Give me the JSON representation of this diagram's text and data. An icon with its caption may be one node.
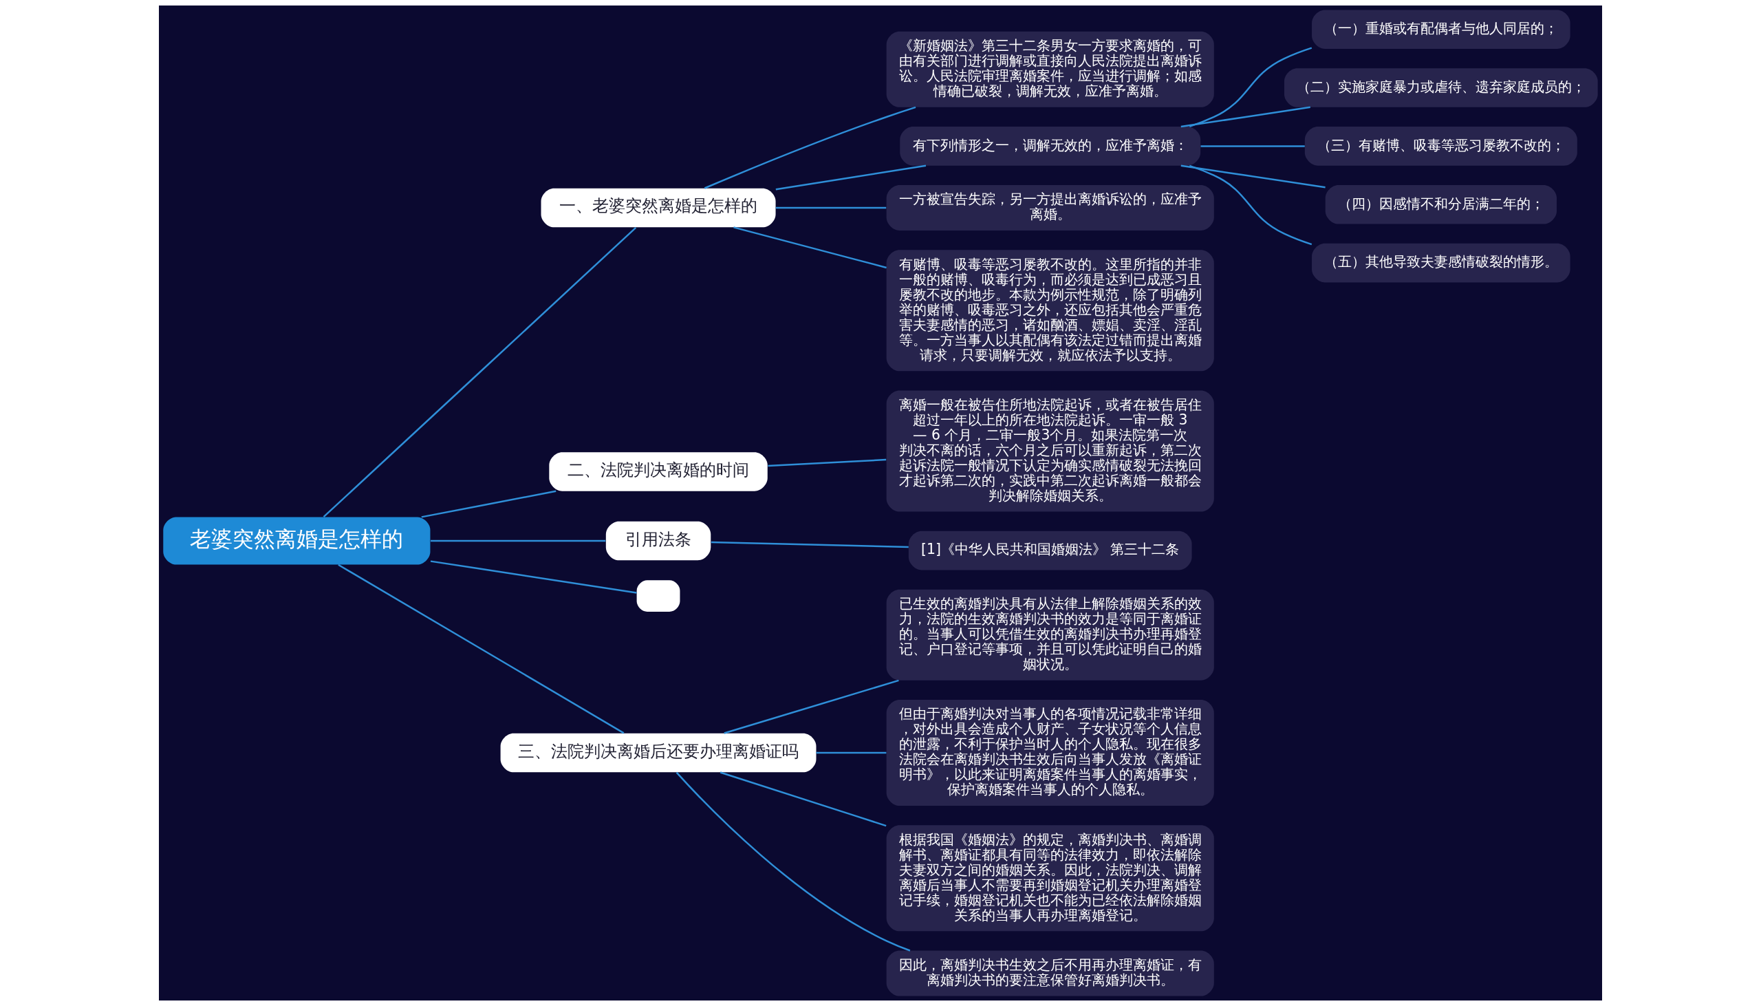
{
  "diagram": {
    "nodes": [
      {
        "text": [
          "老婆突然离婚是怎样的"
        ]
      },
      {
        "text": [
          "一、老婆突然离婚是怎样的"
        ]
      },
      {
        "text": [
          "《新婚姻法》第三十二条男女一方要求离婚的，可由有关部门进行调解或直接向人民法院提出离婚诉讼。人民法院审理离婚案件，应当进行调解；如感情确已破裂，调解无效，应准予离婚。"
        ]
      },
      {
        "text": [
          "有下列情形之一，调解无效的，应准予离婚："
        ]
      },
      {
        "text": [
          "（一）重婚或有配偶者与他人同居的；"
        ]
      },
      {
        "text": [
          "（二）实施家庭暴力或虐待、遗弃家庭成员的；"
        ]
      },
      {
        "text": [
          "（三）有赌博、吸毒等恶习屡教不改的；"
        ]
      },
      {
        "text": [
          "（四）因感情不和分居满二年的；"
        ]
      },
      {
        "text": [
          "（五）其他导致夫妻感情破裂的情形。"
        ]
      },
      {
        "text": [
          "一方被宣告失踪，另一方提出离婚诉讼的，应准予离婚。"
        ]
      },
      {
        "text": [
          "有赌博、吸毒等恶习屡教不改的。这里所指的并非一般的赌博、吸毒行为，而必须是达到已成恶习且屡教不改的地步。本款为例示性规范，除了明确列举的赌博、吸毒恶习之外，还应包括其他会严重危害夫妻感情的恶习，诸如酗酒、嫖娼、卖淫、淫乱等。一方当事人以其配偶有该法定过错而提出离婚请求，只要调解无效，就应依法予以支持。"
        ]
      },
      {
        "text": [
          "二、法院判决离婚的时间"
        ]
      },
      {
        "text": [
          "离婚一般在被告住所地法院起诉，或者在被告居住超过一年以上的所在地法院起诉。一审一般 3 — 6 个月，二审一般3个月。如果法院第一次判决不离的话，六个月之后可以重新起诉，第二次起诉法院一般情况下认定为确实感情破裂无法挽回才起诉第二次的，实践中第二次起诉离婚一般都会判决解除婚姻关系。"
        ]
      },
      {
        "text": [
          "引用法条"
        ]
      },
      {
        "text": [
          "[1]《中华人民共和国婚姻法》 第三十二条"
        ]
      },
      {
        "text": [],
        "shape": "box"
      },
      {
        "text": [
          "三、法院判决离婚后还要办理离婚证吗"
        ]
      },
      {
        "text": [
          "已生效的离婚判决具有从法律上解除婚姻关系的效力，法院的生效离婚判决书的效力是等同于离婚证的。当事人可以凭借生效的离婚判决书办理再婚登记、户口登记等事项，并且可以凭此证明自己的婚姻状况。"
        ]
      },
      {
        "text": [
          "但由于离婚判决对当事人的各项情况记载非常详细，对外出具会造成个人财产、子女状况等个人信息的泄露，不利于保护当时人的个人隐私。现在很多法院会在离婚判决书生效后向当事人发放《离婚证明书》，以此来证明离婚案件当事人的离婚事实，保护离婚案件当事人的个人隐私。"
        ]
      },
      {
        "text": [
          "根据我国《婚姻法》的规定，离婚判决书、离婚调解书、离婚证都具有同等的法律效力，即依法解除夫妻双方之间的婚姻关系。因此，法院判决、调解离婚后当事人不需要再到婚姻登记机关办理离婚登记手续，婚姻登记机关也不能为已经依法解除婚姻关系的当事人再办理离婚登记。"
        ]
      },
      {
        "text": [
          "因此，离婚判决书生效之后不用再办理离婚证，有离婚判决书的要注意保管好离婚判决书。"
        ]
      }
    ],
    "edges": [
      {
        "from": 0,
        "to": 1,
        "arrow": "none"
      },
      {
        "from": 1,
        "to": 2,
        "arrow": "none"
      },
      {
        "from": 1,
        "to": 3,
        "arrow": "none"
      },
      {
        "from": 3,
        "to": 4,
        "arrow": "none"
      },
      {
        "from": 3,
        "to": 5,
        "arrow": "none"
      },
      {
        "from": 3,
        "to": 6,
        "arrow": "none"
      },
      {
        "from": 3,
        "to": 7,
        "arrow": "none"
      },
      {
        "from": 3,
        "to": 8,
        "arrow": "none"
      },
      {
        "from": 1,
        "to": 9,
        "arrow": "none"
      },
      {
        "from": 1,
        "to": 10,
        "arrow": "none"
      },
      {
        "from": 0,
        "to": 11,
        "arrow": "none"
      },
      {
        "from": 11,
        "to": 12,
        "arrow": "none"
      },
      {
        "from": 0,
        "to": 13,
        "arrow": "none"
      },
      {
        "from": 13,
        "to": 14,
        "arrow": "none"
      },
      {
        "from": 0,
        "to": 15,
        "arrow": "none"
      },
      {
        "from": 0,
        "to": 16,
        "arrow": "none"
      },
      {
        "from": 16,
        "to": 17,
        "arrow": "none"
      },
      {
        "from": 16,
        "to": 18,
        "arrow": "none"
      },
      {
        "from": 16,
        "to": 19,
        "arrow": "none"
      },
      {
        "from": 16,
        "to": 20,
        "arrow": "none"
      }
    ]
  }
}
